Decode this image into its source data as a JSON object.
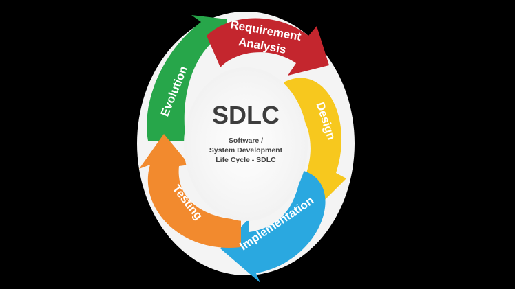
{
  "diagram": {
    "center_title": "SDLC",
    "center_subtitle_lines": [
      "Software /",
      "System Development",
      "Life Cycle - SDLC"
    ],
    "stages": [
      {
        "id": "requirement",
        "lines": [
          "Requirement",
          "Analysis"
        ],
        "color": "#c4262e"
      },
      {
        "id": "design",
        "lines": [
          "Design"
        ],
        "color": "#f7c81e"
      },
      {
        "id": "implementation",
        "lines": [
          "Implementation"
        ],
        "color": "#2aa8e0"
      },
      {
        "id": "testing",
        "lines": [
          "Testing"
        ],
        "color": "#f28a2e"
      },
      {
        "id": "evolution",
        "lines": [
          "Evolution"
        ],
        "color": "#27a64a"
      }
    ]
  }
}
